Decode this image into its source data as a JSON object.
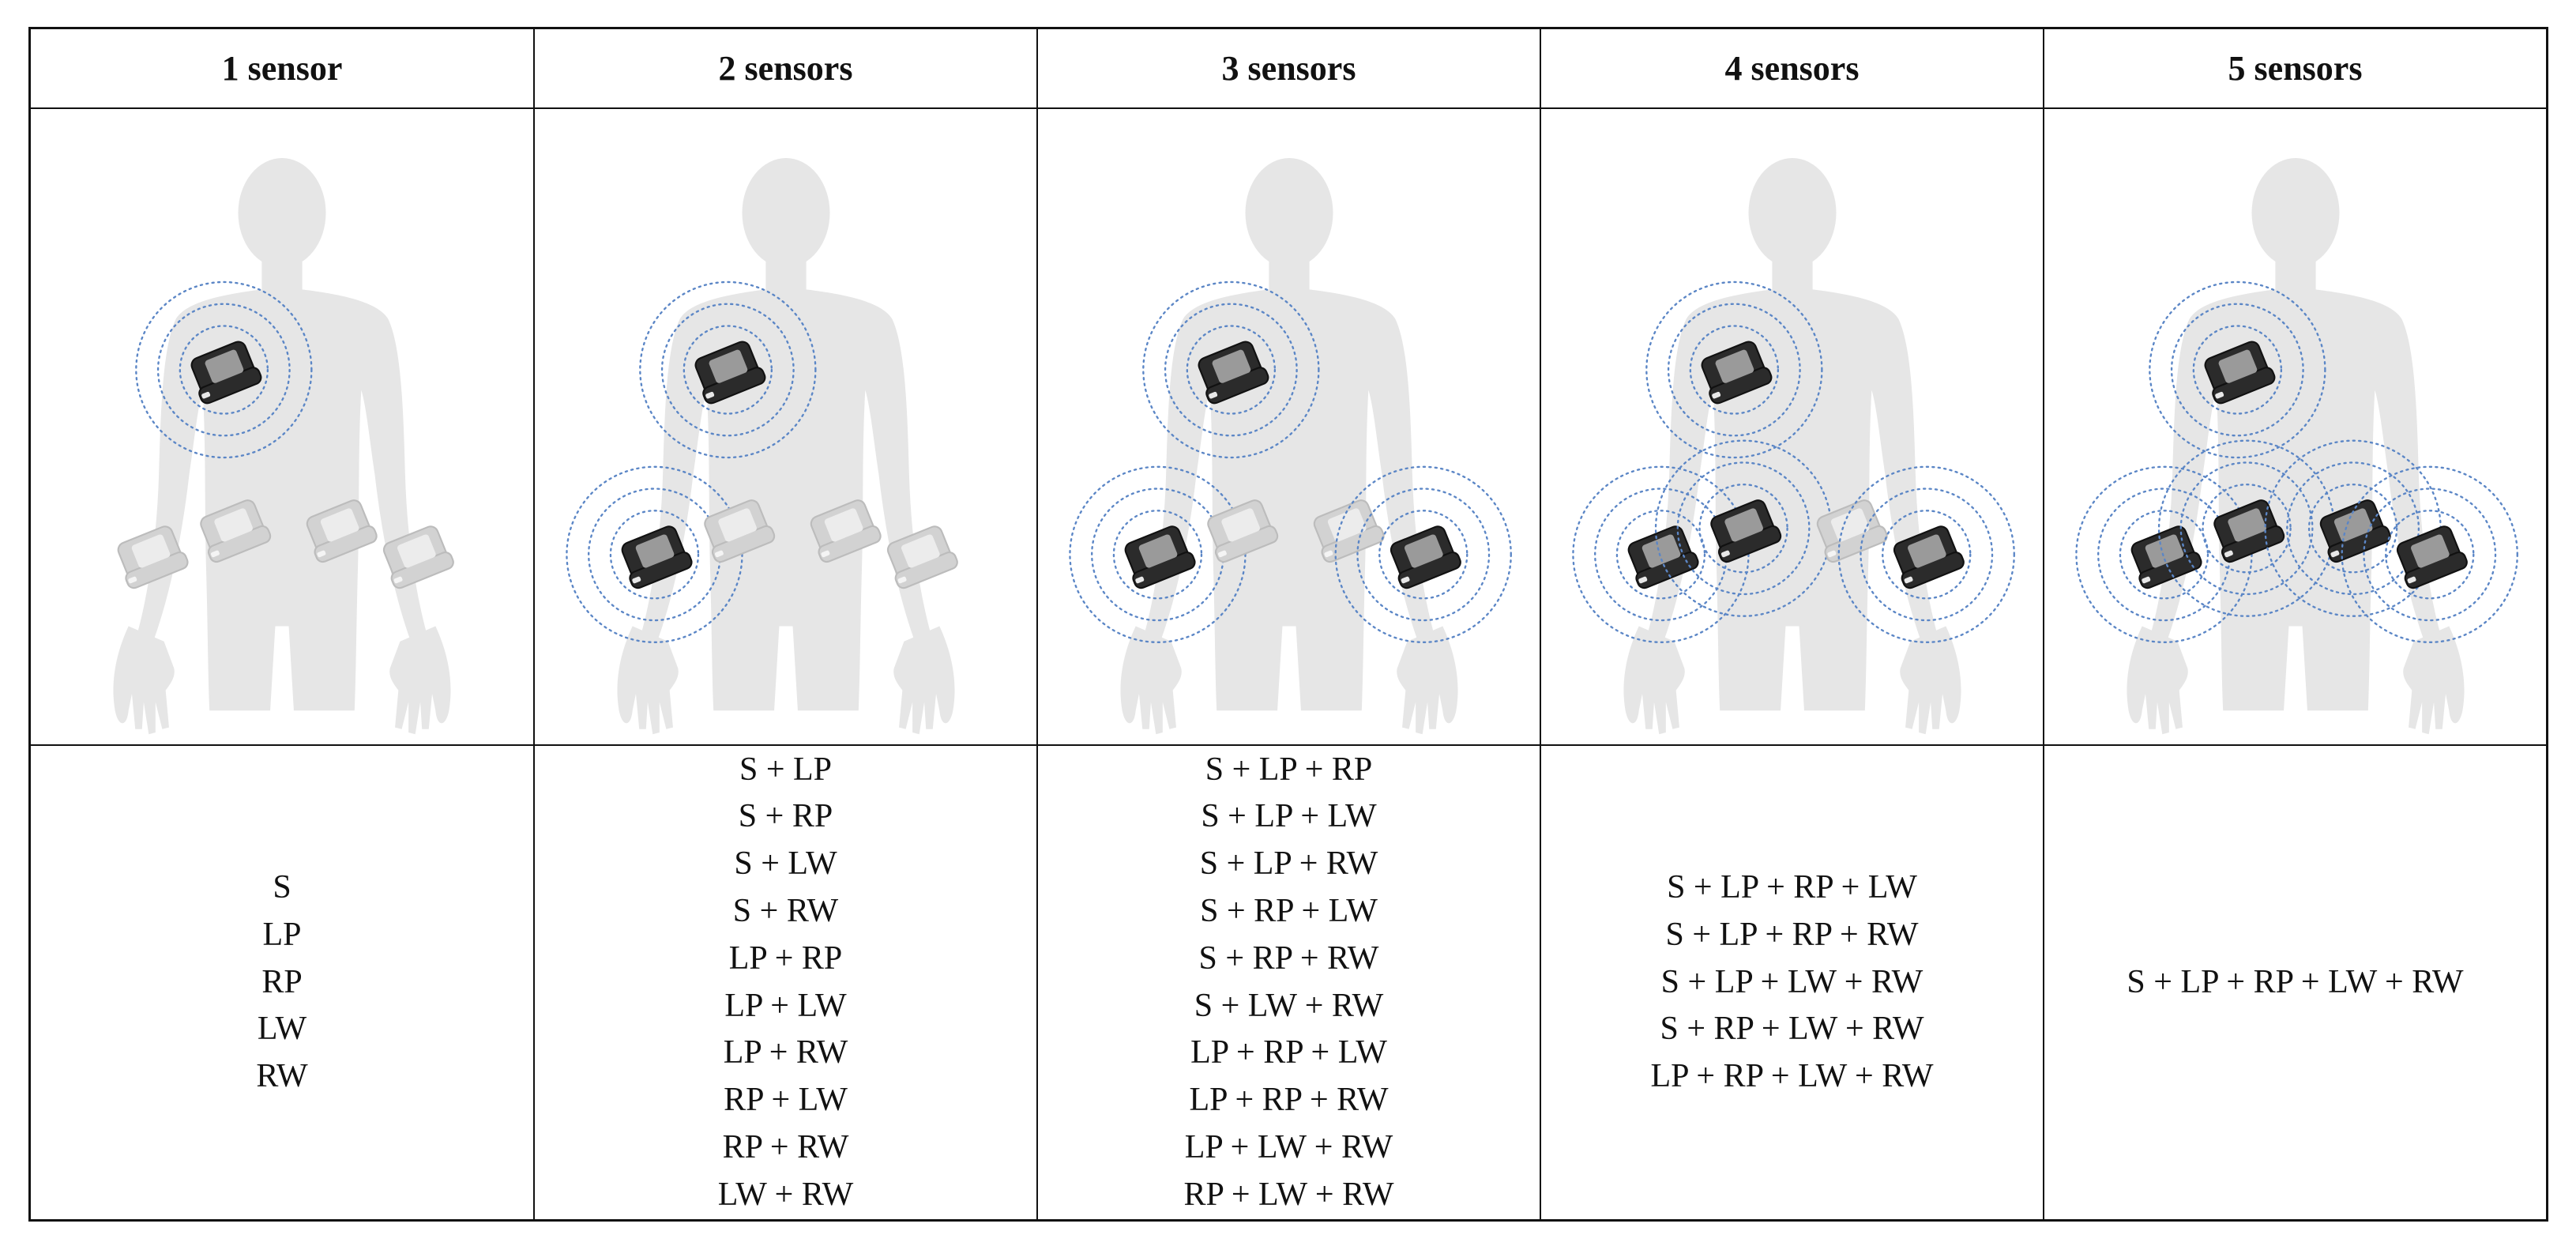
{
  "columns": [
    {
      "header": "1 sensor",
      "active": [],
      "combinations": [
        "S",
        "LP",
        "RP",
        "LW",
        "RW"
      ]
    },
    {
      "header": "2 sensors",
      "active": [
        "LW"
      ],
      "combinations": [
        "S + LP",
        "S + RP",
        "S + LW",
        "S + RW",
        "LP + RP",
        "LP + LW",
        "LP + RW",
        "RP + LW",
        "RP + RW",
        "LW + RW"
      ]
    },
    {
      "header": "3 sensors",
      "active": [
        "LW",
        "RW"
      ],
      "combinations": [
        "S + LP + RP",
        "S + LP + LW",
        "S + LP + RW",
        "S + RP + LW",
        "S + RP + RW",
        "S + LW + RW",
        "LP + RP + LW",
        "LP + RP + RW",
        "LP + LW + RW",
        "RP + LW + RW"
      ]
    },
    {
      "header": "4 sensors",
      "active": [
        "LW",
        "LP",
        "RW"
      ],
      "combinations": [
        "S + LP + RP + LW",
        "S + LP + RP + RW",
        "S + LP + LW + RW",
        "S + RP + LW + RW",
        "LP + RP + LW + RW"
      ]
    },
    {
      "header": "5 sensors",
      "active": [
        "LW",
        "LP",
        "RP",
        "RW"
      ],
      "combinations": [
        "S + LP + RP + LW + RW"
      ]
    }
  ],
  "colors": {
    "border": "#111111",
    "silhouette": "#e6e6e6",
    "sensor_active": "#2b2b2b",
    "sensor_inactive": "#d2d2d2",
    "signal_rings": "#5b86c6"
  }
}
